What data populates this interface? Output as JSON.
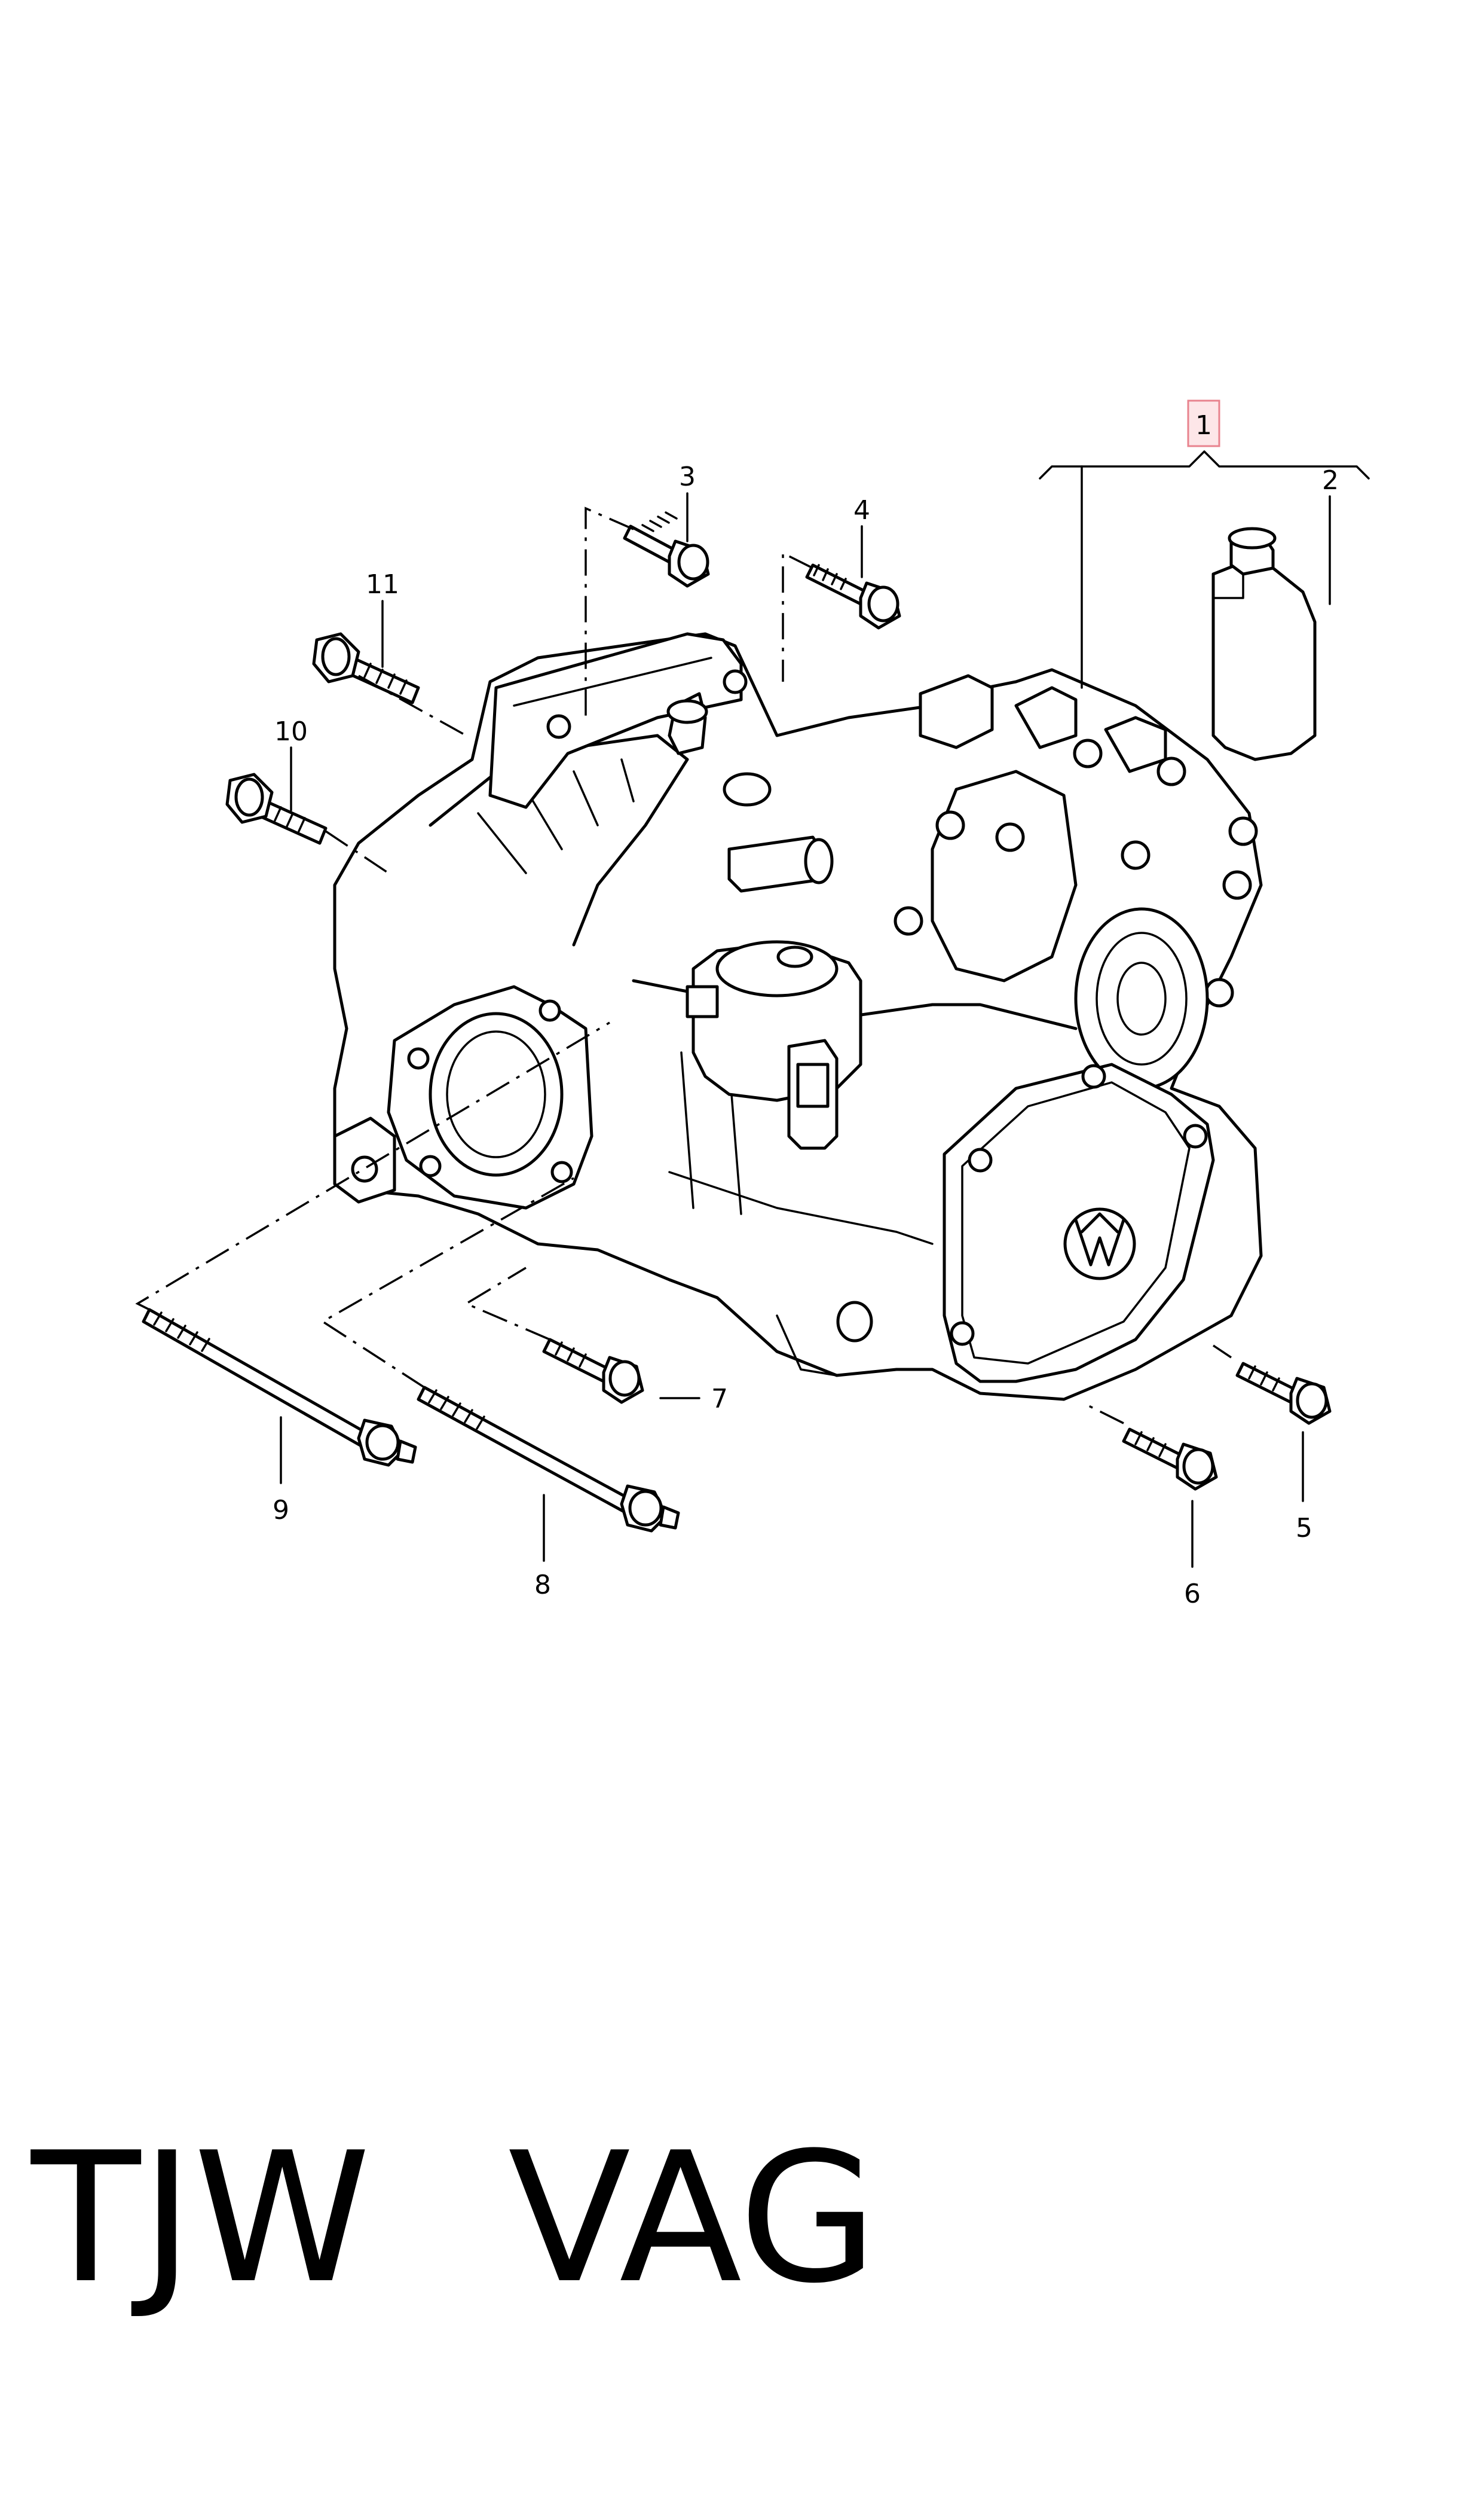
{
  "callouts": {
    "c1": "1",
    "c2": "2",
    "c3": "3",
    "c4": "4",
    "c5": "5",
    "c6": "6",
    "c7": "7",
    "c8": "8",
    "c9": "9",
    "c10": "10",
    "c11": "11"
  },
  "codes": {
    "left": "TJW",
    "right": "VAG"
  },
  "colors": {
    "highlight_fill": "#fde6e8",
    "highlight_stroke": "#e8838e",
    "line": "#000000"
  }
}
